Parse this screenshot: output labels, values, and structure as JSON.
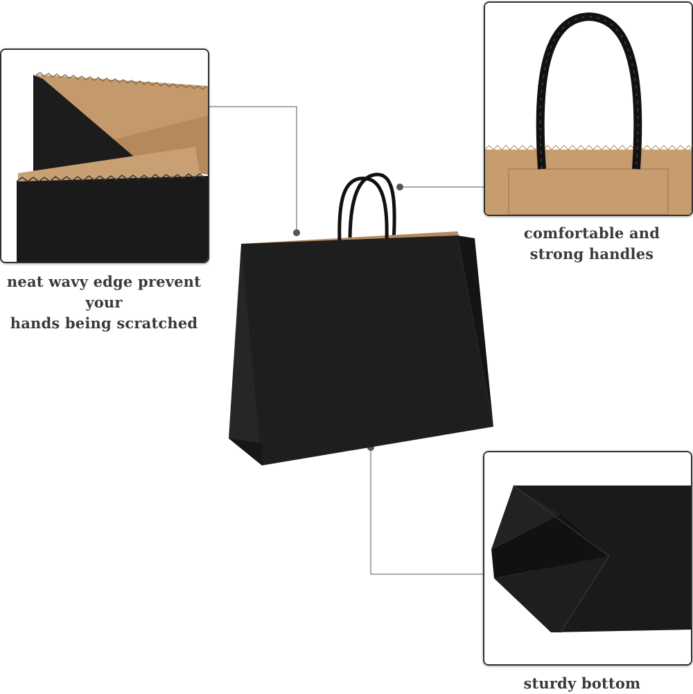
{
  "features": [
    {
      "id": "edge",
      "caption_line1": "neat wavy edge prevent your",
      "caption_line2": "hands being scratched"
    },
    {
      "id": "handles",
      "caption_line1": "comfortable and",
      "caption_line2": "strong handles"
    },
    {
      "id": "bottom",
      "caption_line1": "sturdy bottom",
      "caption_line2": ""
    }
  ],
  "colors": {
    "bag_black": "#1e1e1e",
    "kraft": "#c89e72",
    "connector": "#555555"
  }
}
